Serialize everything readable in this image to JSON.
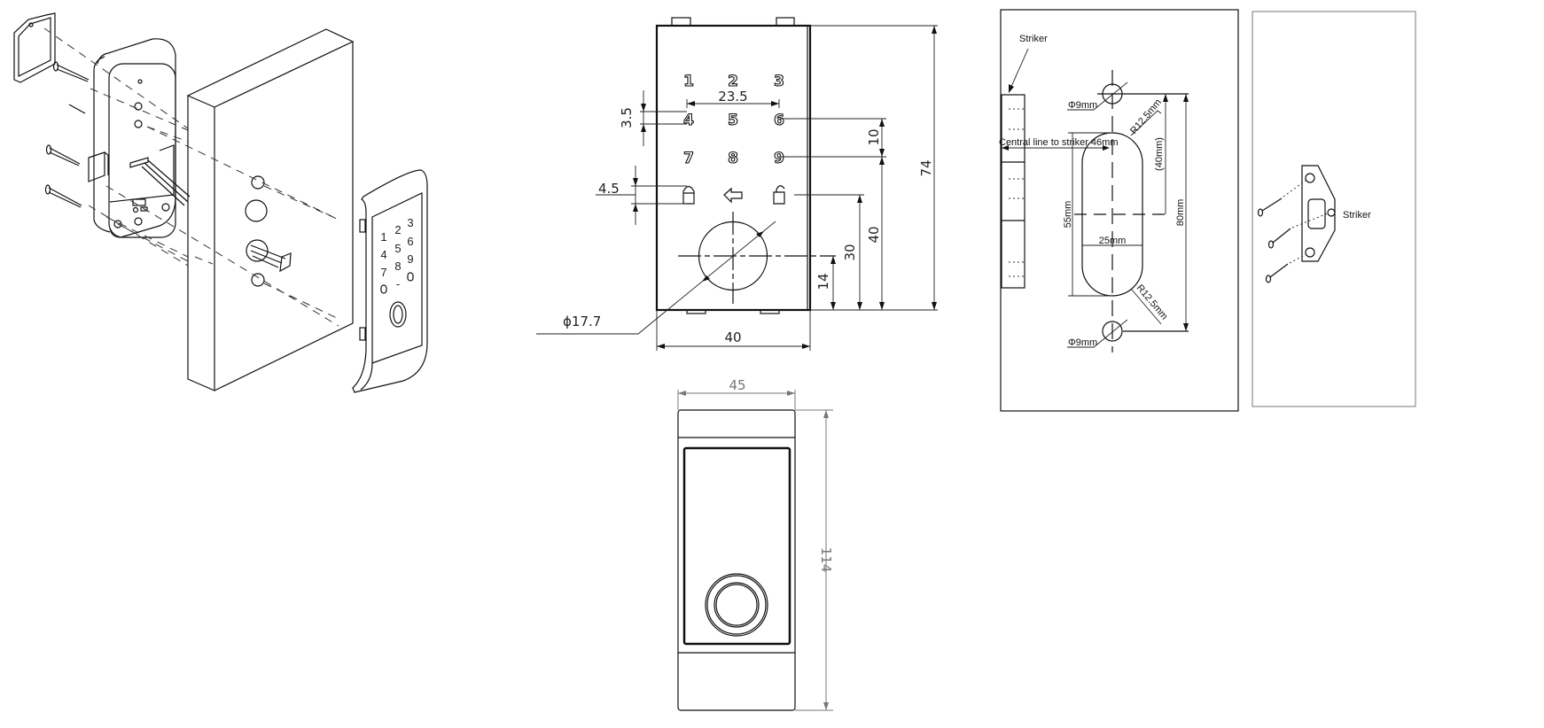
{
  "keypad_keys": [
    "1",
    "2",
    "3",
    "4",
    "5",
    "6",
    "7",
    "8",
    "9"
  ],
  "exploded_pad_keys": [
    "1",
    "2",
    "3",
    "4",
    "5",
    "6",
    "7",
    "8",
    "9",
    "-"
  ],
  "front_view_dims": {
    "key_pitch": "23.5",
    "key_height": "3.5",
    "lock_icon_height": "4.5",
    "sensor_diameter": "ϕ17.7",
    "width": "40",
    "sensor_height": "14",
    "lock_row_height": "30",
    "row_height": "40",
    "row_spacing": "10",
    "total_height": "74"
  },
  "side_view_dims": {
    "width": "45",
    "height": "114"
  },
  "drilling_template": {
    "striker_label": "Striker",
    "central_line_label": "Central line to striker 46mm",
    "hole_top": "Φ9mm",
    "hole_bottom": "Φ9mm",
    "radius_top": "R12.5mm",
    "radius_bottom": "R12.5mm",
    "offset_40": "(40mm)",
    "slot_height": "55mm",
    "slot_width": "25mm",
    "hole_spacing": "80mm"
  },
  "striker_panel": {
    "label": "Striker"
  }
}
